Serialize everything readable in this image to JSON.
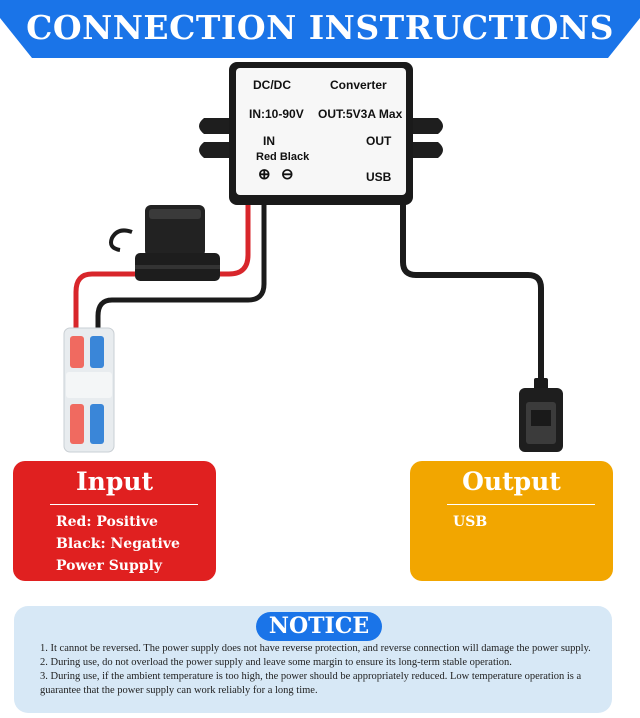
{
  "header": {
    "title": "CONNECTION INSTRUCTIONS",
    "color": "#1a74e8"
  },
  "device": {
    "line1_left": "DC/DC",
    "line1_right": "Converter",
    "line2_left": "IN:10-90V",
    "line2_right": "OUT:5V3A Max",
    "in_label": "IN",
    "in_colors": "Red Black",
    "out_label": "OUT",
    "usb_label": "USB",
    "plus_symbol": "⊕",
    "minus_symbol": "⊖"
  },
  "input_panel": {
    "title": "Input",
    "lines": [
      "Red: Positive",
      "Black: Negative",
      "Power Supply"
    ],
    "color": "#e02020"
  },
  "output_panel": {
    "title": "Output",
    "lines": [
      "USB"
    ],
    "color": "#f2a600"
  },
  "notice": {
    "title": "NOTICE",
    "items": [
      "1. It cannot be reversed. The power supply does not have reverse protection, and reverse connection will damage the power supply.",
      "2. During use, do not overload the power supply and leave some margin to ensure its long-term stable operation.",
      "3. During use, if the ambient temperature is too high, the power should be appropriately reduced. Low temperature operation is a guarantee that the power supply can work reliably for a long time."
    ]
  }
}
